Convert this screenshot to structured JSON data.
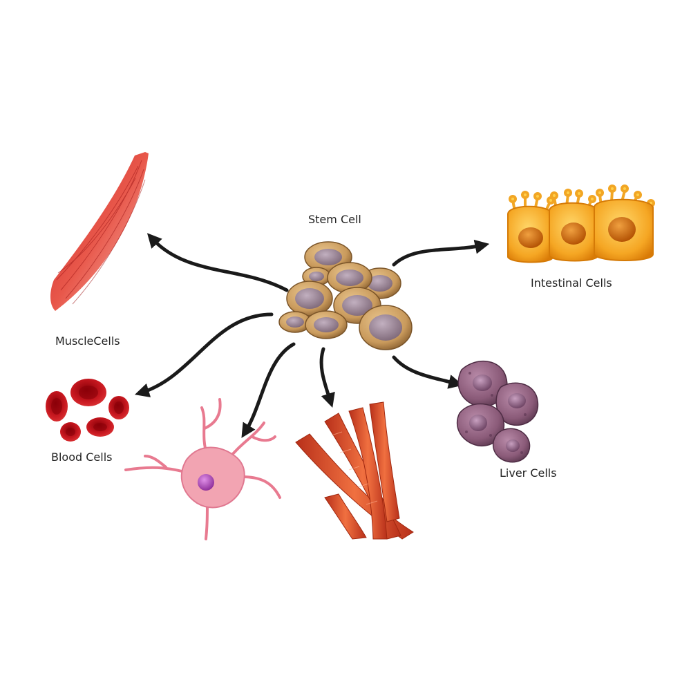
{
  "labels": {
    "stem": "Stem Cell",
    "intestinal": "Intestinal Cells",
    "muscle": "MuscleCells",
    "blood": "Blood Cells",
    "liver": "Liver Cells"
  },
  "colors": {
    "stem_wall": "#c99a5c",
    "stem_nucleus": "#9e8a9a",
    "intestinal": "#f5a623",
    "muscle": "#e0463a",
    "blood": "#c01018",
    "neuron": "#f08fa0",
    "neuron_nucleus": "#b04ab8",
    "fiber": "#e0552c",
    "liver": "#8a5a78",
    "arrow": "#1a1a1a"
  }
}
